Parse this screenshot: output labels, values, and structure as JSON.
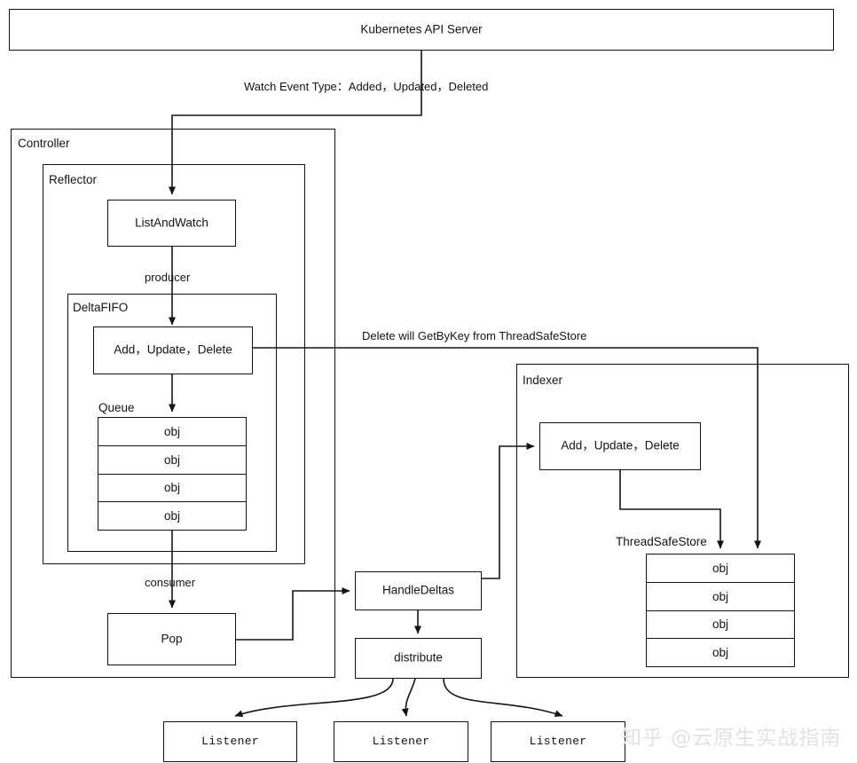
{
  "diagram": {
    "title": "Kubernetes client-go Informer data flow",
    "api_server": {
      "label": "Kubernetes API Server"
    },
    "watch_label": "Watch Event Type：Added，Updated，Deleted",
    "getbykey_label": "Delete will GetByKey from ThreadSafeStore",
    "controller": {
      "label": "Controller",
      "reflector": {
        "label": "Reflector",
        "list_and_watch": {
          "label": "ListAndWatch"
        },
        "producer_label": "producer",
        "deltafifo": {
          "label": "DeltaFIFO",
          "operations": {
            "label": "Add，Update，Delete"
          },
          "queue": {
            "label": "Queue",
            "items": [
              "obj",
              "obj",
              "obj",
              "obj"
            ]
          }
        }
      },
      "consumer_label": "consumer",
      "pop": {
        "label": "Pop"
      }
    },
    "indexer": {
      "label": "Indexer",
      "operations": {
        "label": "Add，Update，Delete"
      },
      "threadsafestore": {
        "label": "ThreadSafeStore",
        "items": [
          "obj",
          "obj",
          "obj",
          "obj"
        ]
      }
    },
    "handle_deltas": {
      "label": "HandleDeltas"
    },
    "distribute": {
      "label": "distribute"
    },
    "listeners": [
      {
        "label": "Listener"
      },
      {
        "label": "Listener"
      },
      {
        "label": "Listener"
      }
    ],
    "watermark": "知乎 @云原生实战指南",
    "colors": {
      "stroke": "#141414",
      "background": "#ffffff",
      "text": "#141414",
      "watermark": "#e2e2e2"
    }
  }
}
